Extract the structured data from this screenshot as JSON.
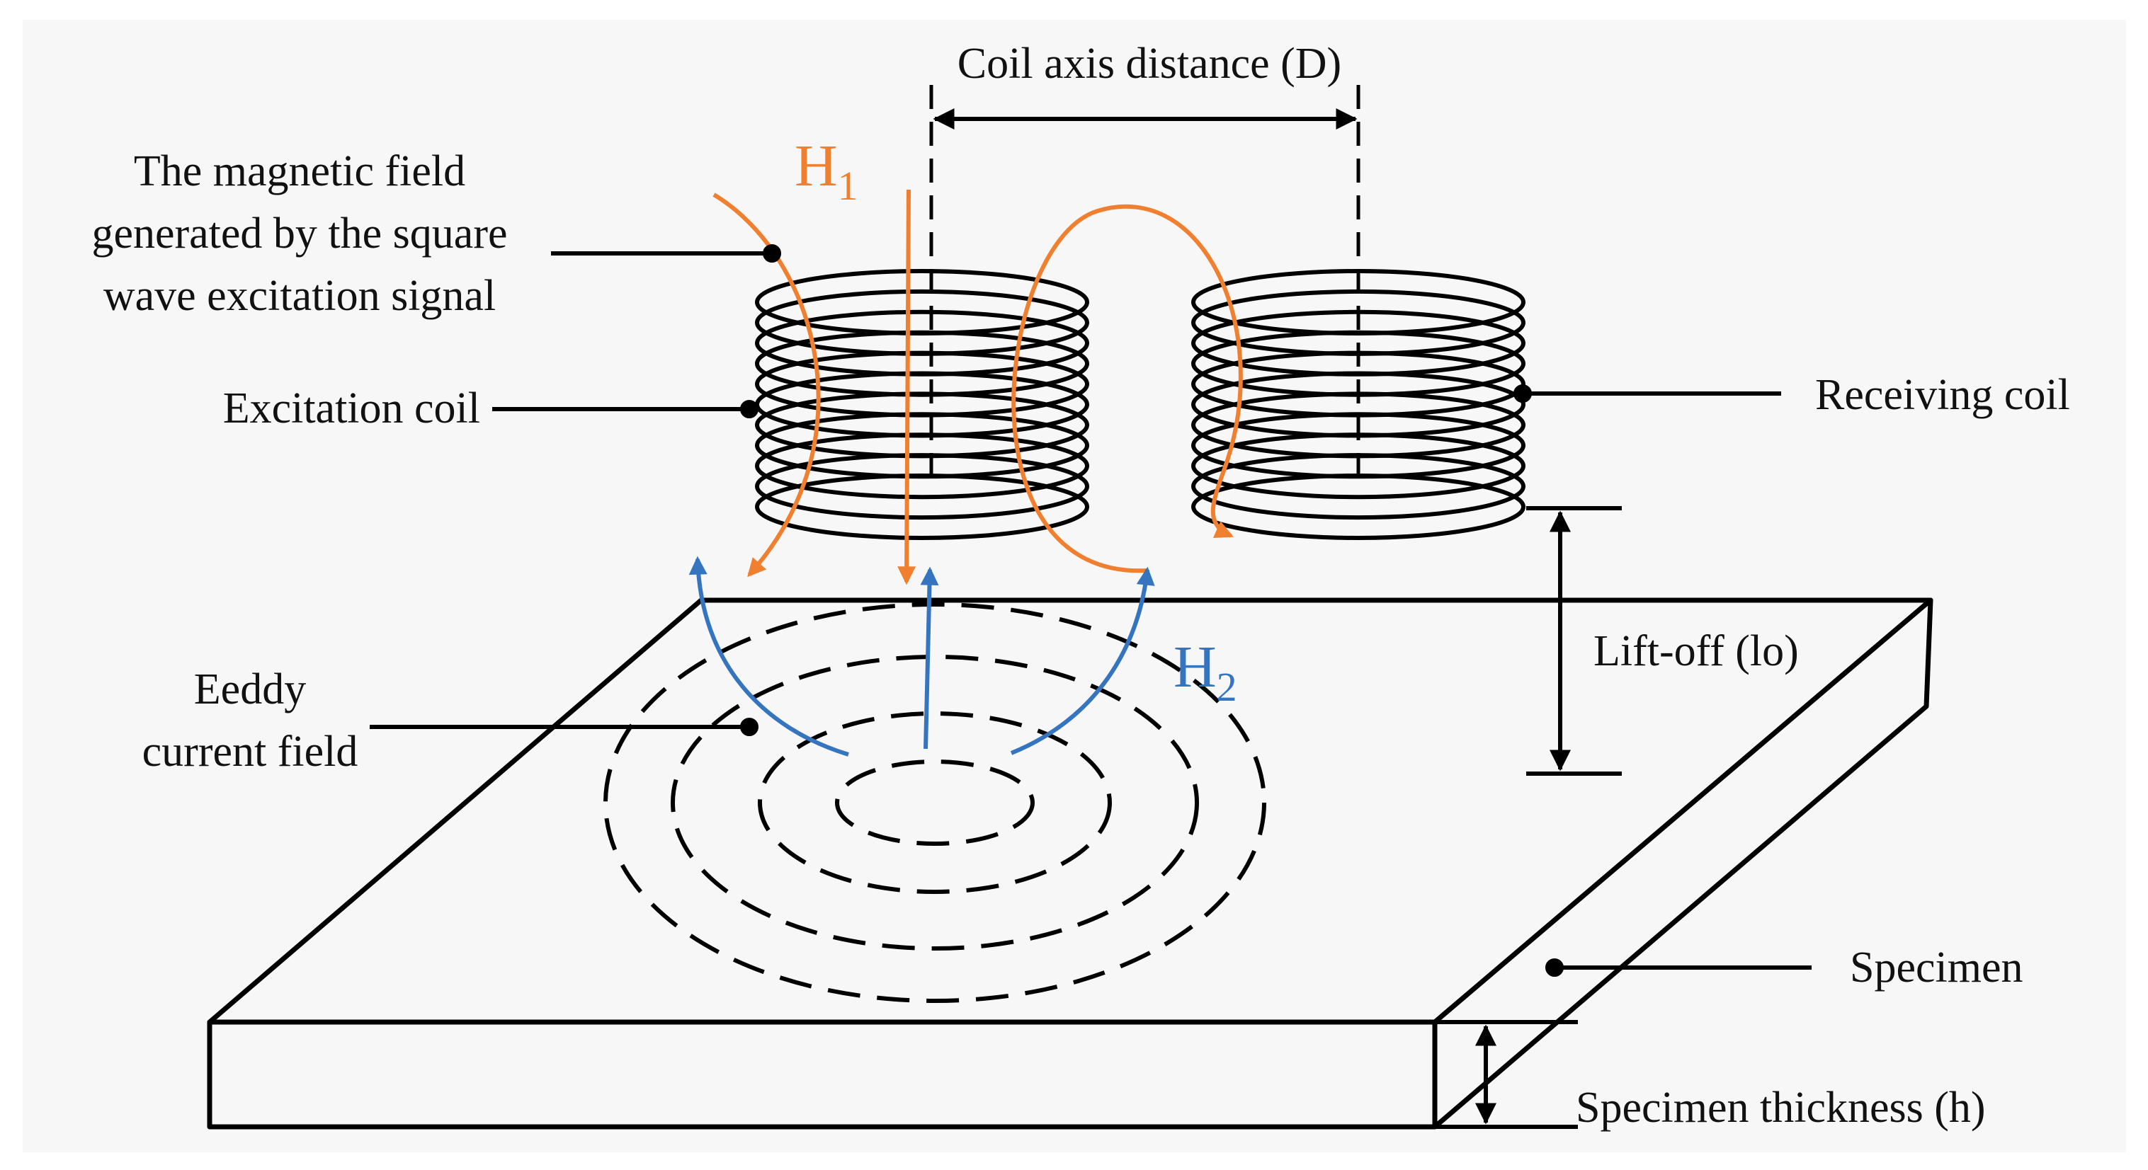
{
  "labels": {
    "coil_axis_distance": "Coil axis distance (D)",
    "magnetic_field_line1": "The magnetic field",
    "magnetic_field_line2": "generated by the square",
    "magnetic_field_line3": "wave excitation signal",
    "excitation_coil": "Excitation coil",
    "receiving_coil": "Receiving coil",
    "eddy_line1": "Eeddy",
    "eddy_line2": "current field",
    "lift_off": "Lift-off (lo)",
    "specimen": "Specimen",
    "specimen_thickness": "Specimen thickness (h)"
  },
  "symbols": {
    "h1_letter": "H",
    "h1_sub": "1",
    "h2_letter": "H",
    "h2_sub": "2"
  },
  "colors": {
    "background_panel": "#f7f7f7",
    "line": "#000000",
    "primary_field": "#f08030",
    "secondary_field": "#3575c0"
  },
  "coils": {
    "turns_per_coil": 11
  },
  "eddy_rings": {
    "count": 4
  }
}
